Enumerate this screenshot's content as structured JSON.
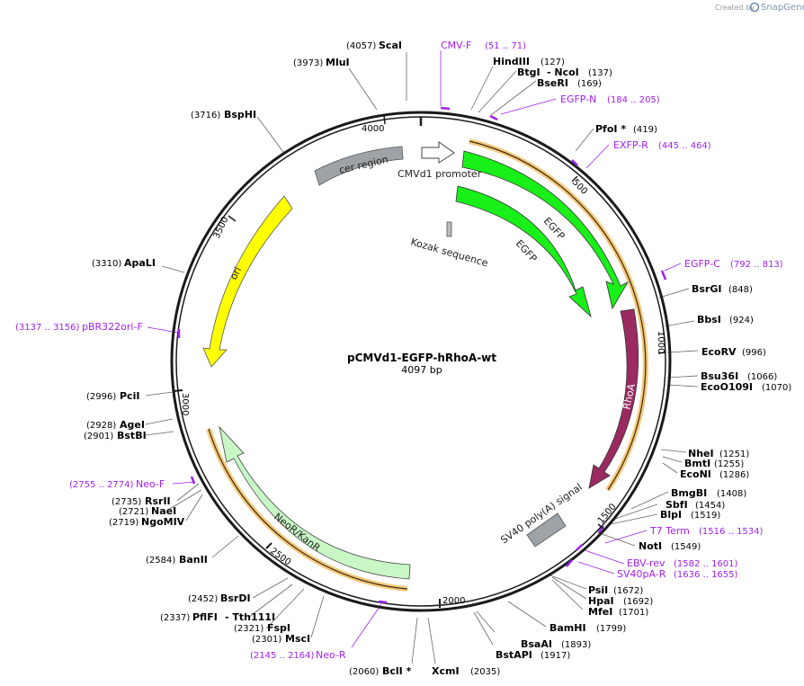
{
  "credit": {
    "created_by": "Created by",
    "brand": "SnapGene",
    "logo_color": "#6f8bb0"
  },
  "plasmid": {
    "name": "pCMVd1-EGFP-hRhoA-wt",
    "size_label": "4097 bp",
    "length": 4097
  },
  "ticks": [
    {
      "label": "500",
      "pos": 500
    },
    {
      "label": "1000",
      "pos": 1000
    },
    {
      "label": "1500",
      "pos": 1500
    },
    {
      "label": "2000",
      "pos": 2000
    },
    {
      "label": "2500",
      "pos": 2500
    },
    {
      "label": "3000",
      "pos": 3000
    },
    {
      "label": "3500",
      "pos": 3500
    },
    {
      "label": "4000",
      "pos": 4000
    }
  ],
  "features": [
    {
      "label": "cer region",
      "color": "#9ea3a8"
    },
    {
      "label": "CMVd1 promoter",
      "color": "#ffffff"
    },
    {
      "label": "EGFP",
      "color": "#19f019"
    },
    {
      "label": "EGFP",
      "color": "#19f019"
    },
    {
      "label": "Kozak sequence",
      "color": "#bbbbbb"
    },
    {
      "label": "RhoA",
      "color": "#9b2a60"
    },
    {
      "label": "SV40 poly(A) signal",
      "color": "#9ea3a8"
    },
    {
      "label": "NeoR/KanR",
      "color": "#c8f7c5"
    },
    {
      "label": "ori",
      "color": "#ffff00"
    }
  ],
  "sites": [
    {
      "name": "ScaI",
      "pos": "(4057)"
    },
    {
      "name": "MluI",
      "pos": "(3973)"
    },
    {
      "name": "BspHI",
      "pos": "(3716)"
    },
    {
      "name": "ApaLI",
      "pos": "(3310)"
    },
    {
      "name": "PciI",
      "pos": "(2996)"
    },
    {
      "name": "AgeI",
      "pos": "(2928)"
    },
    {
      "name": "BstBI",
      "pos": "(2901)"
    },
    {
      "name": "RsrII",
      "pos": "(2735)"
    },
    {
      "name": "NaeI",
      "pos": "(2721)"
    },
    {
      "name": "NgoMIV",
      "pos": "(2719)"
    },
    {
      "name": "BanII",
      "pos": "(2584)"
    },
    {
      "name": "BsrDI",
      "pos": "(2452)"
    },
    {
      "name": "PflFI",
      "pos": "(2337)"
    },
    {
      "name": "- Tth111I",
      "pos": ""
    },
    {
      "name": "FspI",
      "pos": "(2321)"
    },
    {
      "name": "MscI",
      "pos": "(2301)"
    },
    {
      "name": "BclI *",
      "pos": "(2060)"
    },
    {
      "name": "XcmI",
      "pos": "(2035)"
    },
    {
      "name": "BstAPI",
      "pos": "(1917)"
    },
    {
      "name": "BsaAI",
      "pos": "(1893)"
    },
    {
      "name": "BamHI",
      "pos": "(1799)"
    },
    {
      "name": "MfeI",
      "pos": "(1701)"
    },
    {
      "name": "HpaI",
      "pos": "(1692)"
    },
    {
      "name": "PsiI",
      "pos": "(1672)"
    },
    {
      "name": "NotI",
      "pos": "(1549)"
    },
    {
      "name": "BlpI",
      "pos": "(1519)"
    },
    {
      "name": "SbfI",
      "pos": "(1454)"
    },
    {
      "name": "BmgBI",
      "pos": "(1408)"
    },
    {
      "name": "EcoNI",
      "pos": "(1286)"
    },
    {
      "name": "BmtI",
      "pos": "(1255)"
    },
    {
      "name": "NheI",
      "pos": "(1251)"
    },
    {
      "name": "EcoO109I",
      "pos": "(1070)"
    },
    {
      "name": "Bsu36I",
      "pos": "(1066)"
    },
    {
      "name": "EcoRV",
      "pos": "(996)"
    },
    {
      "name": "BbsI",
      "pos": "(924)"
    },
    {
      "name": "BsrGI",
      "pos": "(848)"
    },
    {
      "name": "PfoI *",
      "pos": "(419)"
    },
    {
      "name": "BseRI",
      "pos": "(169)"
    },
    {
      "name": "BtgI",
      "pos": ""
    },
    {
      "name": "- NcoI",
      "pos": "(137)"
    },
    {
      "name": "HindIII",
      "pos": "(127)"
    }
  ],
  "primers": [
    {
      "name": "CMV-F",
      "range": "(51 .. 71)"
    },
    {
      "name": "EGFP-N",
      "range": "(184 .. 205)"
    },
    {
      "name": "EXFP-R",
      "range": "(445 .. 464)"
    },
    {
      "name": "EGFP-C",
      "range": "(792 .. 813)"
    },
    {
      "name": "T7 Term",
      "range": "(1516 .. 1534)"
    },
    {
      "name": "EBV-rev",
      "range": "(1582 .. 1601)"
    },
    {
      "name": "SV40pA-R",
      "range": "(1636 .. 1655)"
    },
    {
      "name": "Neo-R",
      "range": "(2145 .. 2164)"
    },
    {
      "name": "Neo-F",
      "range": "(2755 .. 2774)"
    },
    {
      "name": "pBR322ori-F",
      "range": "(3137 .. 3156)"
    }
  ],
  "colors": {
    "primer": "#a020f0",
    "backbone": "#1a1a1a",
    "highlight": "#f5c87a"
  }
}
